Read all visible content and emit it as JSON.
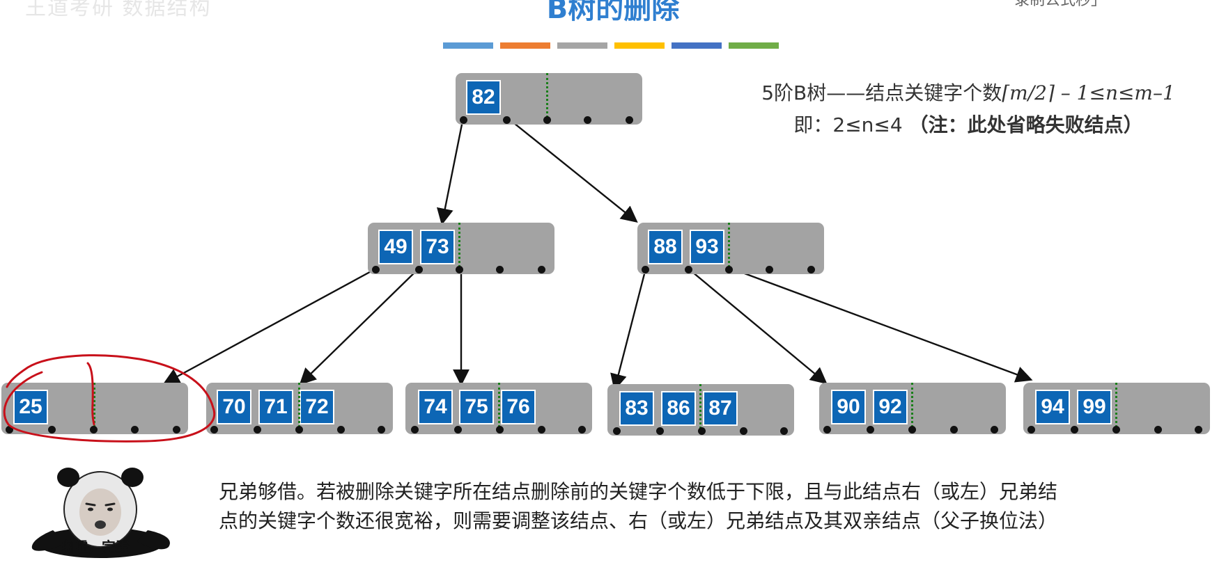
{
  "header": {
    "title": "B树的删除",
    "watermark_left": "王道考研 数据结构",
    "watermark_right": "录制公式秒」",
    "color_bar": [
      "#5b9bd5",
      "#ed7d31",
      "#a5a5a5",
      "#ffc000",
      "#4472c4",
      "#70ad47"
    ]
  },
  "rule": {
    "line1_prefix": "5阶B树——结点关键字个数",
    "line1_formula": "⌈m/2⌉ – 1≤n≤m–1",
    "line2_prefix": "即：2≤n≤4 ",
    "line2_note": "（注：此处省略失败结点）"
  },
  "tree": {
    "root": {
      "keys": [
        "82"
      ]
    },
    "level2": [
      {
        "keys": [
          "49",
          "73"
        ]
      },
      {
        "keys": [
          "88",
          "93"
        ]
      }
    ],
    "leaves": [
      {
        "keys": [
          "25"
        ]
      },
      {
        "keys": [
          "70",
          "71",
          "72"
        ]
      },
      {
        "keys": [
          "74",
          "75",
          "76"
        ]
      },
      {
        "keys": [
          "83",
          "86",
          "87"
        ]
      },
      {
        "keys": [
          "90",
          "92"
        ]
      },
      {
        "keys": [
          "94",
          "99"
        ]
      }
    ],
    "highlight_stroke": "#c8101a"
  },
  "description": {
    "line1": "兄弟够借。若被删除关键字所在结点删除前的关键字个数低于下限，且与此结点右（或左）兄弟结",
    "line2": "点的关键字个数还很宽裕，则需要调整该结点、右（或左）兄弟结点及其双亲结点（父子换位法）"
  },
  "meme": {
    "caption": "啪嚯，完蛋"
  }
}
